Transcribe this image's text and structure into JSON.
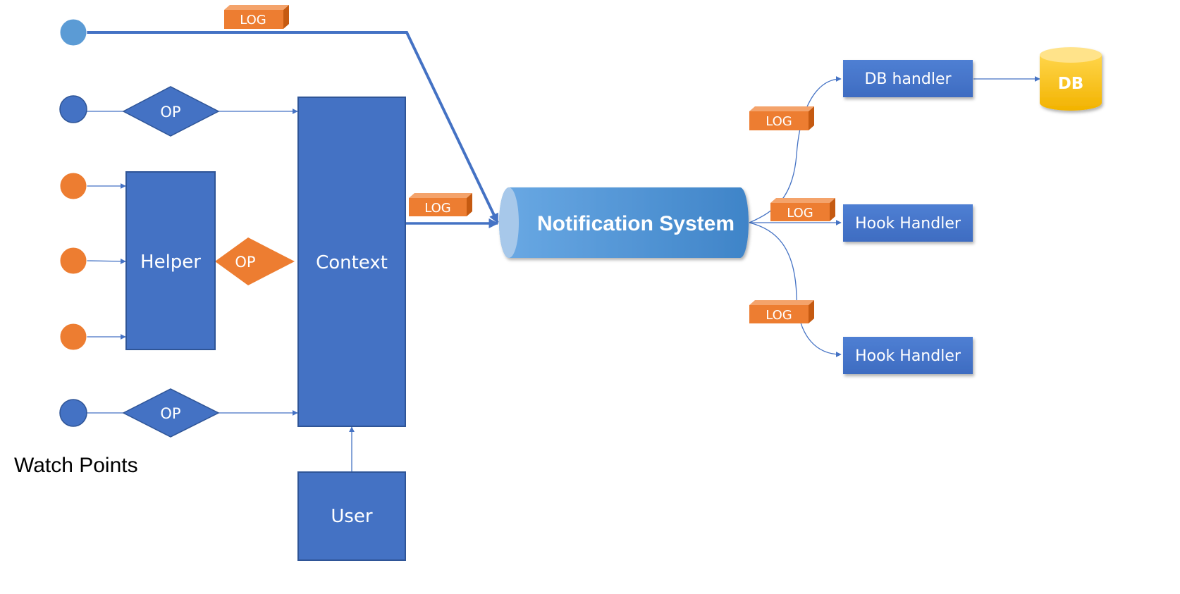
{
  "labels": {
    "watch_points": "Watch Points",
    "op": "OP",
    "helper": "Helper",
    "context": "Context",
    "user": "User",
    "notification_system": "Notification System",
    "db_handler": "DB handler",
    "hook_handler": "Hook Handler",
    "db": "DB",
    "log": "LOG"
  },
  "colors": {
    "primary_blue": "#4472c4",
    "dark_blue_border": "#2f5597",
    "light_blue": "#5b9bd5",
    "orange": "#ed7d31",
    "orange_dark": "#c55a11",
    "gold": "#ffc000"
  }
}
